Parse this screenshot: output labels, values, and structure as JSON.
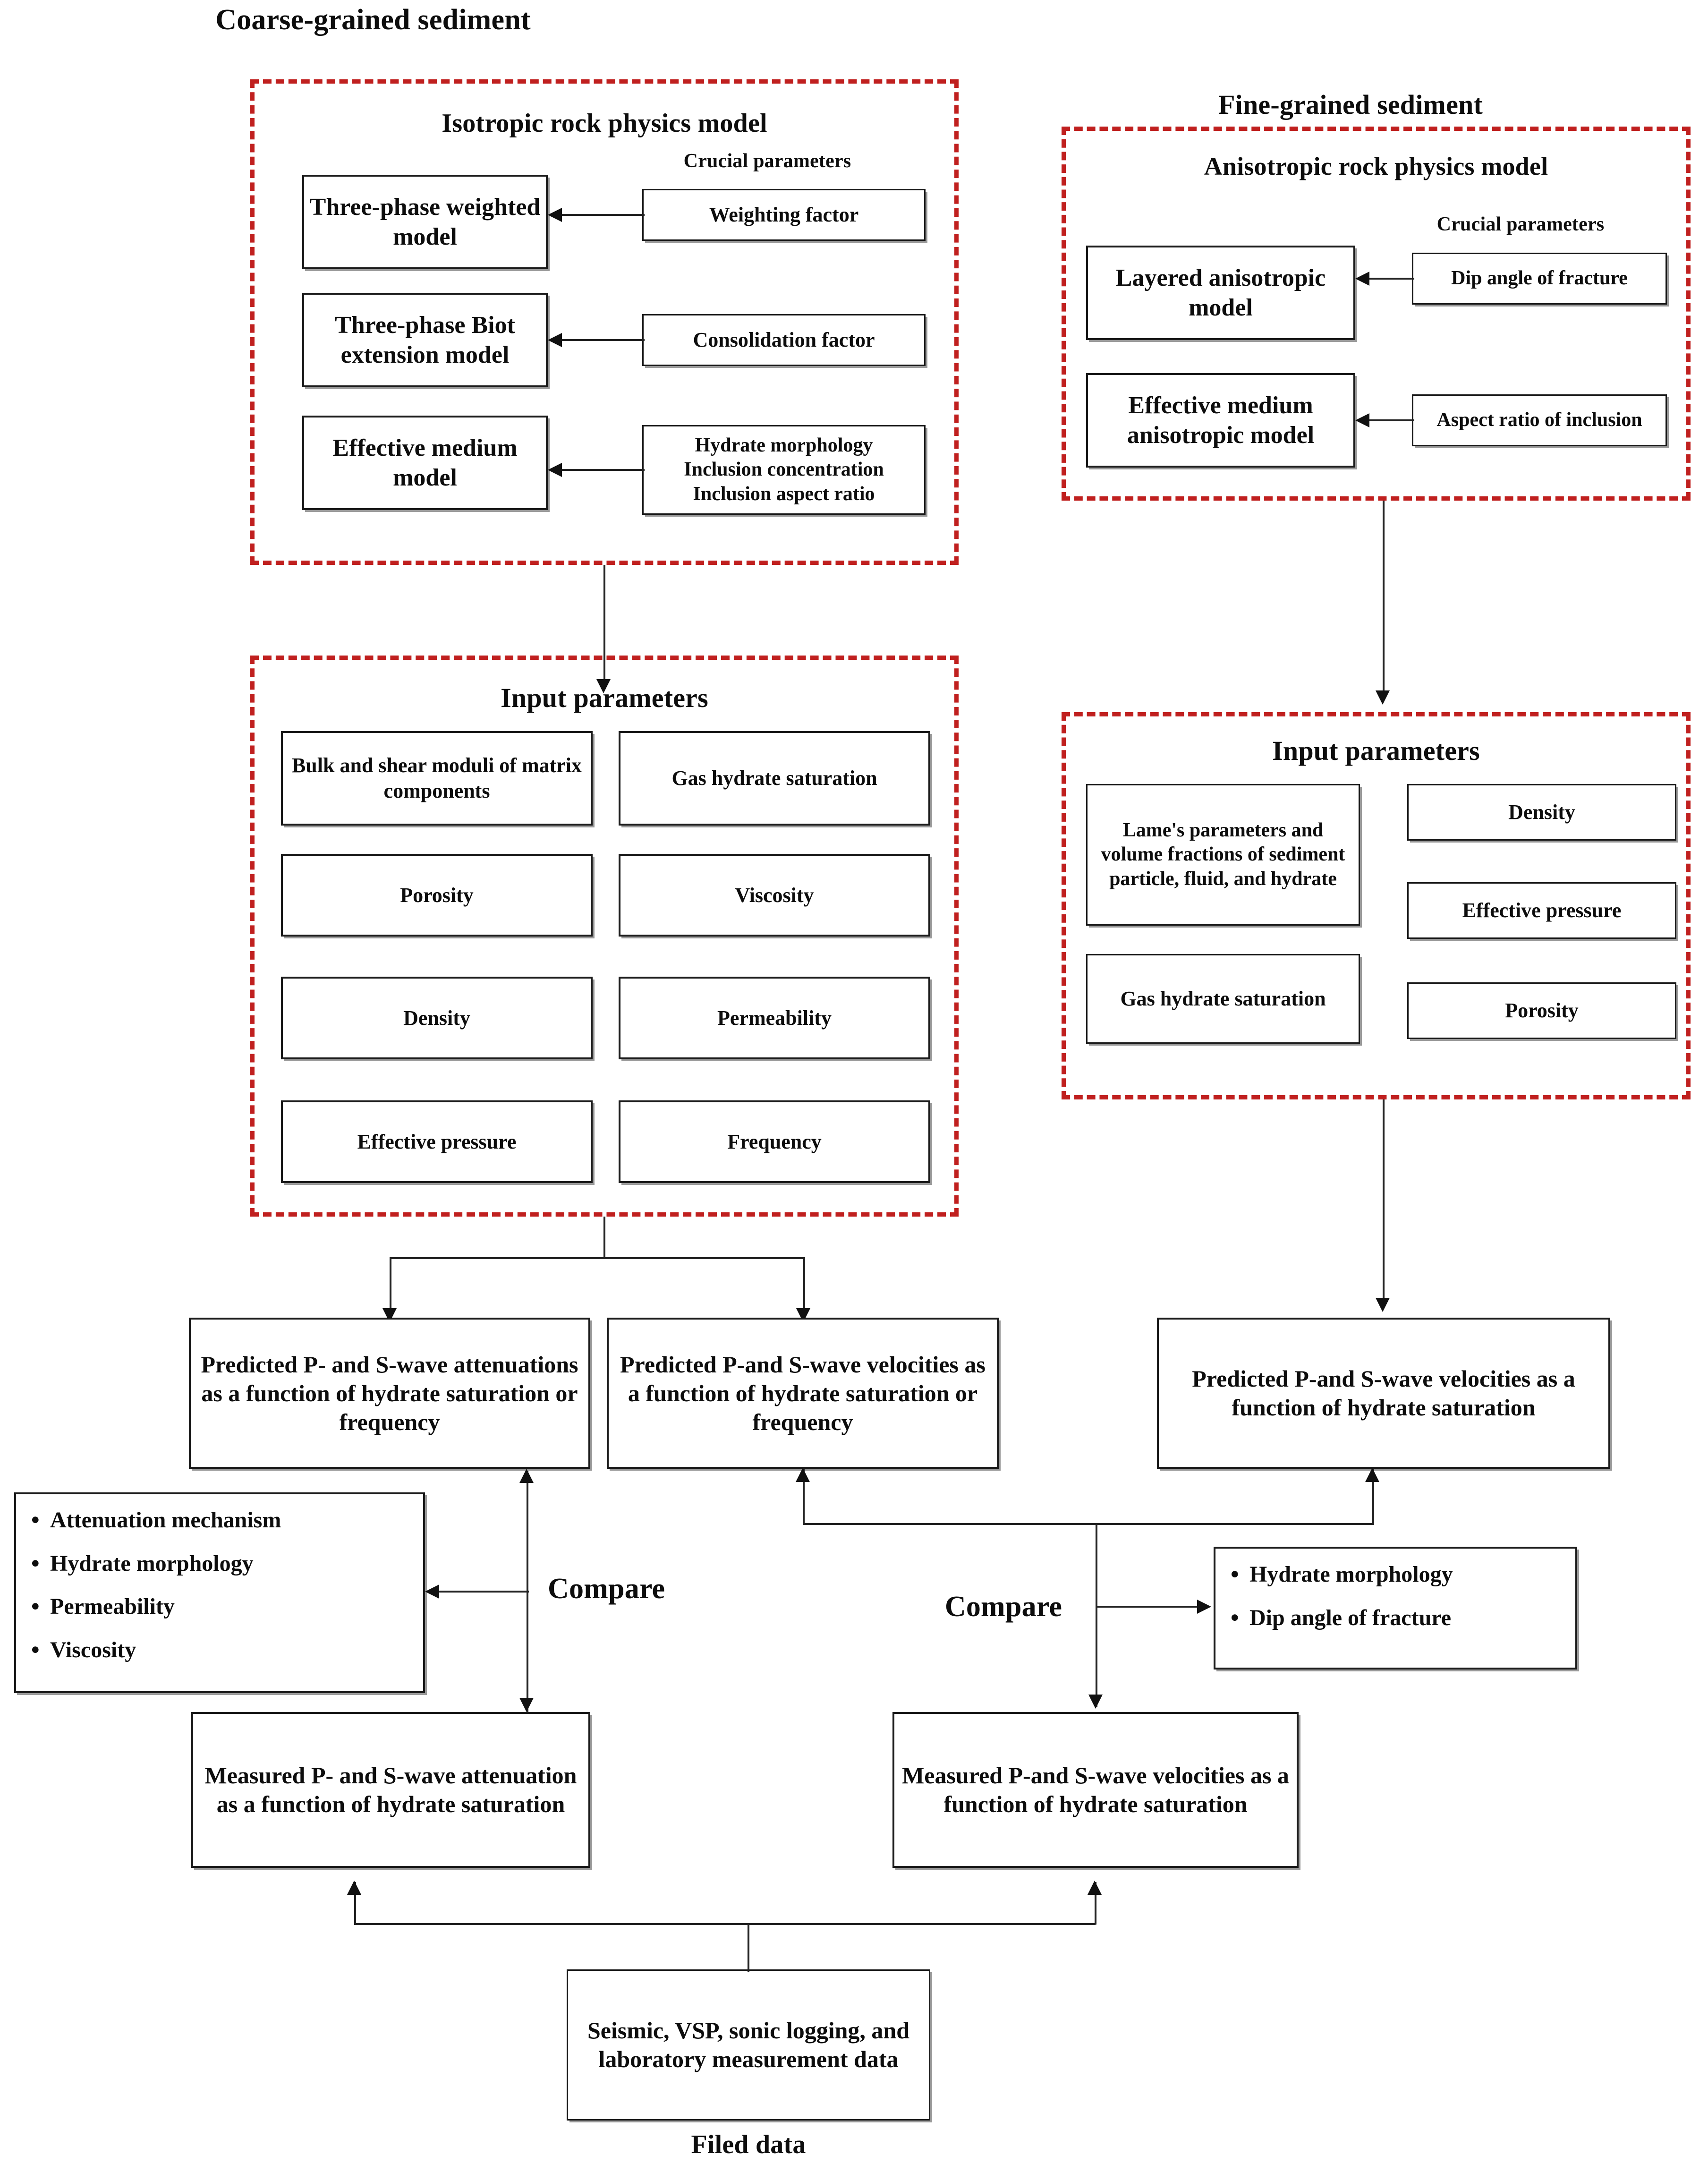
{
  "headings": {
    "coarse_grained": "Coarse-grained sediment",
    "fine_grained": "Fine-grained sediment",
    "isotropic_model": "Isotropic rock physics model",
    "anisotropic_model": "Anisotropic rock physics model",
    "crucial_parameters_left": "Crucial parameters",
    "crucial_parameters_right": "Crucial parameters",
    "input_parameters_left": "Input parameters",
    "input_parameters_right": "Input parameters",
    "field_data": "Filed data"
  },
  "labels": {
    "compare_left": "Compare",
    "compare_right": "Compare"
  },
  "isotropic": {
    "models": [
      {
        "name": "Three-phase weighted model"
      },
      {
        "name": "Three-phase Biot extension model"
      },
      {
        "name": "Effective medium model"
      }
    ],
    "parameters": [
      {
        "lines": [
          "Weighting factor"
        ]
      },
      {
        "lines": [
          "Consolidation factor"
        ]
      },
      {
        "lines": [
          "Hydrate morphology",
          "Inclusion concentration",
          "Inclusion aspect ratio"
        ]
      }
    ]
  },
  "anisotropic": {
    "models": [
      {
        "name": "Layered anisotropic model"
      },
      {
        "name": "Effective medium anisotropic model"
      }
    ],
    "parameters": [
      {
        "lines": [
          "Dip angle of fracture"
        ]
      },
      {
        "lines": [
          "Aspect ratio of inclusion"
        ]
      }
    ]
  },
  "input_left": {
    "items": [
      "Bulk and shear moduli of matrix components",
      "Gas hydrate saturation",
      "Porosity",
      "Viscosity",
      "Density",
      "Permeability",
      "Effective pressure",
      "Frequency"
    ]
  },
  "input_right": {
    "items": [
      "Lame's parameters and volume fractions of sediment particle, fluid, and hydrate",
      "Density",
      "Effective pressure",
      "Gas hydrate saturation",
      "Porosity"
    ]
  },
  "predicted": {
    "attenuations": "Predicted P- and S-wave attenuations as a function of hydrate saturation or frequency",
    "velocities_coarse": "Predicted P-and S-wave velocities as a function of hydrate saturation or frequency",
    "velocities_fine": "Predicted P-and S-wave velocities as a function of hydrate saturation"
  },
  "measured": {
    "attenuation": "Measured P- and S-wave attenuation as a function of hydrate saturation",
    "velocities": "Measured P-and S-wave velocities as a function of hydrate saturation"
  },
  "findings_left": {
    "items": [
      "Attenuation mechanism",
      "Hydrate morphology",
      "Permeability",
      "Viscosity"
    ]
  },
  "findings_right": {
    "items": [
      "Hydrate morphology",
      "Dip angle of fracture"
    ]
  },
  "field_data_box": "Seismic, VSP, sonic logging, and laboratory measurement data",
  "colors": {
    "dashed_border": "#c0201f",
    "box_border": "#1a1a1a",
    "connector": "#222222",
    "background": "#ffffff"
  }
}
